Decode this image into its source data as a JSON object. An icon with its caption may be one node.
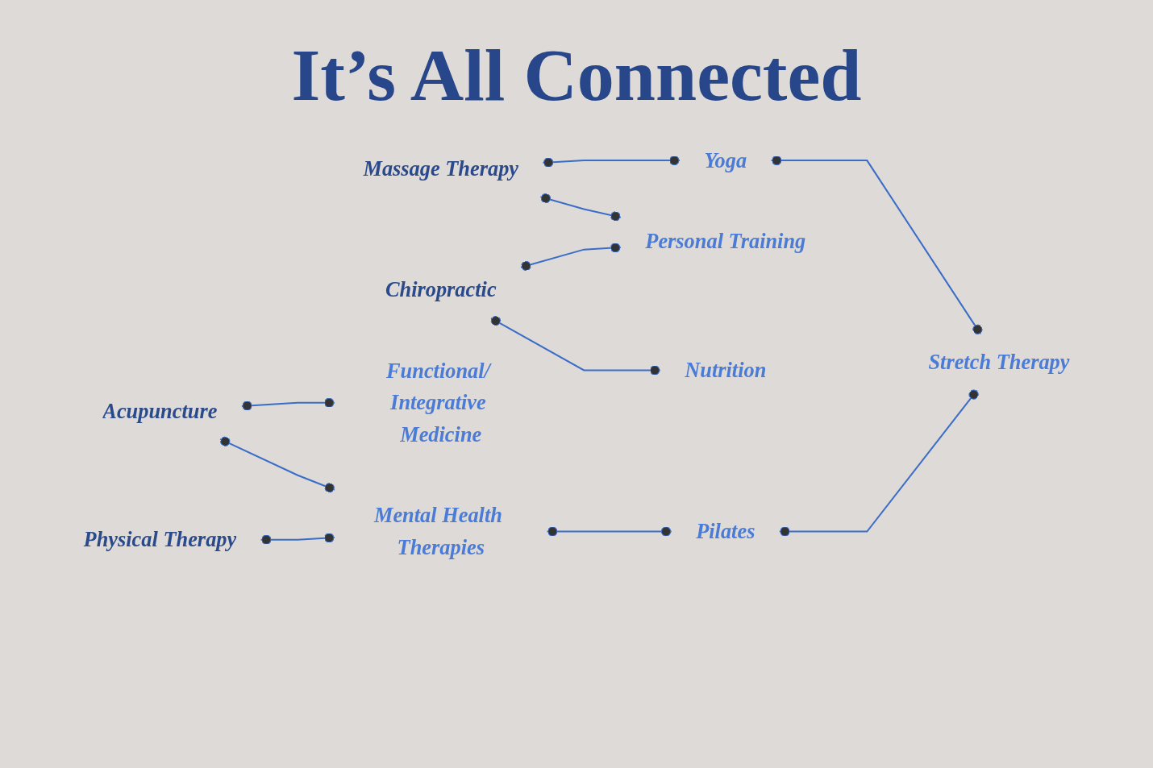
{
  "diagram": {
    "title": "It’s All Connected",
    "nodes": [
      {
        "text": [
          "Massage Therapy"
        ]
      },
      {
        "text": [
          "Acupuncture"
        ]
      },
      {
        "text": [
          "Chiropractic"
        ]
      },
      {
        "text": [
          "Physical Therapy"
        ]
      },
      {
        "text": [
          "Yoga"
        ]
      },
      {
        "text": [
          "Mental Health Therapies"
        ]
      },
      {
        "text": [
          "Pilates"
        ]
      },
      {
        "text": [
          "Functional/ Integrative Medicine"
        ]
      },
      {
        "text": [
          "Personal Training"
        ]
      },
      {
        "text": [
          "Stretch Therapy"
        ]
      },
      {
        "text": [
          "Nutrition"
        ]
      }
    ],
    "edges": [
      {
        "from": 0,
        "to": 4,
        "arrow": "other"
      },
      {
        "from": 0,
        "to": 8,
        "arrow": "other"
      },
      {
        "from": 1,
        "to": 7,
        "arrow": "other"
      },
      {
        "from": 1,
        "to": 5,
        "arrow": "other"
      },
      {
        "from": 2,
        "to": 8,
        "arrow": "other"
      },
      {
        "from": 4,
        "to": 9,
        "arrow": "other"
      },
      {
        "from": 2,
        "to": 10,
        "arrow": "other"
      },
      {
        "from": 3,
        "to": 5,
        "arrow": "other"
      },
      {
        "from": 5,
        "to": 6,
        "arrow": "other"
      },
      {
        "from": 6,
        "to": 9,
        "arrow": "other"
      }
    ]
  }
}
